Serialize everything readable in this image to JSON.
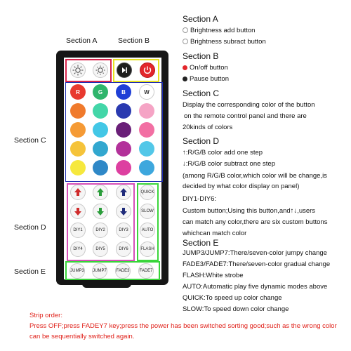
{
  "labels": {
    "section_a_top": "Section A",
    "section_b_top": "Section B",
    "section_c_side": "Section C",
    "section_d_side": "Section D",
    "section_e_side": "Section E"
  },
  "remote": {
    "rgb_labels": [
      "R",
      "G",
      "B",
      "W"
    ],
    "color_grid": [
      [
        "#e8392f",
        "#2fb56c",
        "#1f3fd6",
        "#ffffff"
      ],
      [
        "#f07a2c",
        "#43d6a8",
        "#2a3ab0",
        "#f5a4c5"
      ],
      [
        "#f59a35",
        "#43c7e6",
        "#6a1f78",
        "#f26fa3"
      ],
      [
        "#f5c33a",
        "#32a7cf",
        "#b3319a",
        "#52c7e8"
      ],
      [
        "#f6e83d",
        "#2f88c7",
        "#dd3fa0",
        "#3da7dd"
      ]
    ],
    "arrow_colors": [
      "#cf2b2b",
      "#2a9d3a",
      "#1f2b7a"
    ],
    "diy_row1": [
      "DIY1",
      "DIY2",
      "DIY3"
    ],
    "diy_row2": [
      "DIY4",
      "DIY5",
      "DIY6"
    ],
    "side_buttons": [
      "QUICK",
      "SLOW",
      "AUTO",
      "FLASH"
    ],
    "bottom_buttons": [
      "JUMP3",
      "JUMP7",
      "FADE3",
      "FADE7"
    ],
    "colors": {
      "section_a_box": "#d8244c",
      "section_b_box": "#e7e21f",
      "section_c_box": "#1c2ab0",
      "section_d_box": "#d64fb8",
      "section_d_side_box": "#3bd63b",
      "section_e_box": "#38d43a",
      "power_red": "#e3262b"
    }
  },
  "right": {
    "a_title": "Section A",
    "a_items": [
      "Brightness add button",
      "Brightness subract button"
    ],
    "b_title": "Section B",
    "b_items": [
      "On/off button",
      "Pause button"
    ],
    "c_title": "Section C",
    "c_lines": [
      "Display the corresponding color of the button",
      "on the remote control panel and there are",
      "20kinds of colors"
    ],
    "d_title": "Section D",
    "d_lines": [
      "↑:R/G/B color add one step",
      "↓:R/G/B color subtract one step",
      "(among R/G/B color,which color will be change,is",
      "decided by what color display on panel)",
      "DIY1-DIY6:",
      "Custom button;Using this button,and↑↓,users",
      "can match any color,there are six custom buttons",
      "whichcan match color"
    ],
    "e_title": "Section E",
    "e_lines": [
      "JUMP3/JUMP7:There/seven-color jumpy change",
      "FADE3/FADE7:There/seven-color gradual change",
      "FLASH:White strobe",
      "AUTO:Automatic play five dynamic modes above",
      "QUICK:To speed up color change",
      "SLOW:To speed down color change"
    ]
  },
  "strip": {
    "title": "Strip order:",
    "line1": "Press OFF;press FADEY7 key;press the power has been switched sorting good;such as the wrong color",
    "line2": "can be sequentially switched again."
  }
}
